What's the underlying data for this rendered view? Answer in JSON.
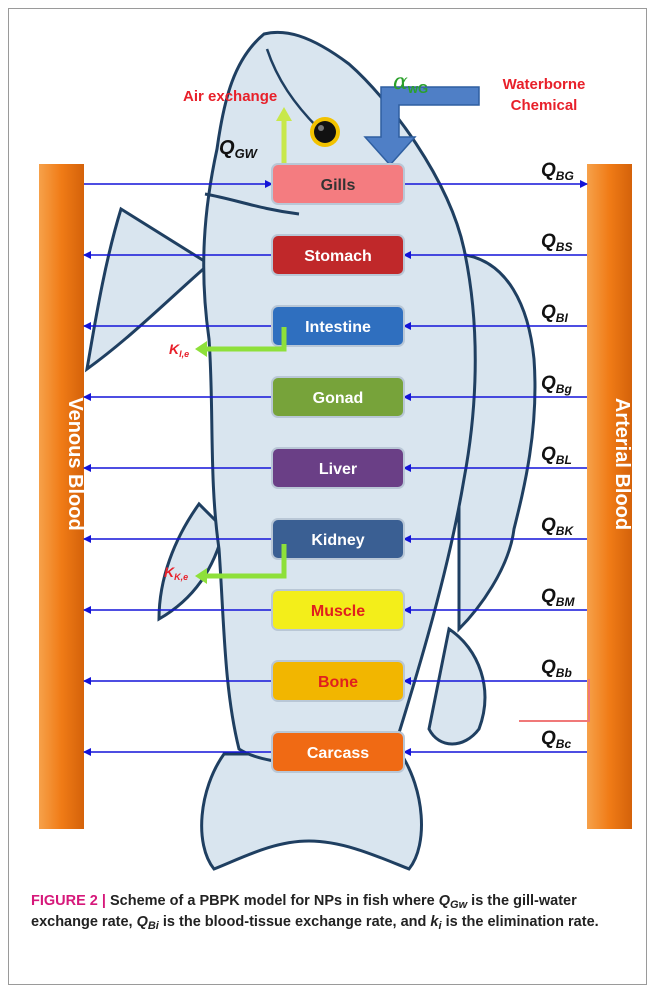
{
  "diagram": {
    "venous_label": "Venous Blood",
    "arterial_label": "Arterial Blood",
    "air_exchange_label": "Air exchange",
    "alpha_symbol": "α",
    "alpha_subscript": "wG",
    "waterborne_line1": "Waterborne",
    "waterborne_line2": "Chemical",
    "qgw_main": "Q",
    "qgw_sub": "GW",
    "organs": [
      {
        "label": "Gills",
        "color": "#f47c80",
        "text_color": "#333333",
        "flow_q": "Q",
        "flow_sub": "BG"
      },
      {
        "label": "Stomach",
        "color": "#c0282a",
        "text_color": "#ffffff",
        "flow_q": "Q",
        "flow_sub": "BS"
      },
      {
        "label": "Intestine",
        "color": "#2f6fbf",
        "text_color": "#ffffff",
        "flow_q": "Q",
        "flow_sub": "BI"
      },
      {
        "label": "Gonad",
        "color": "#77a33a",
        "text_color": "#ffffff",
        "flow_q": "Q",
        "flow_sub": "Bg"
      },
      {
        "label": "Liver",
        "color": "#6a3f86",
        "text_color": "#ffffff",
        "flow_q": "Q",
        "flow_sub": "BL"
      },
      {
        "label": "Kidney",
        "color": "#3a5f93",
        "text_color": "#ffffff",
        "flow_q": "Q",
        "flow_sub": "BK"
      },
      {
        "label": "Muscle",
        "color": "#f3ee1a",
        "text_color": "#e0201e",
        "flow_q": "Q",
        "flow_sub": "BM"
      },
      {
        "label": "Bone",
        "color": "#f2b600",
        "text_color": "#e0201e",
        "flow_q": "Q",
        "flow_sub": "Bb"
      },
      {
        "label": "Carcass",
        "color": "#f06a14",
        "text_color": "#ffffff",
        "flow_q": "Q",
        "flow_sub": "Bc"
      }
    ],
    "k_intestine_main": "K",
    "k_intestine_sub": "I,e",
    "k_kidney_main": "K",
    "k_kidney_sub": "K,e",
    "colors": {
      "fish_fill": "#d9e5ef",
      "fish_outline": "#1f3f61",
      "blood_bar": "#f07b16",
      "flow_arrow": "#1414d8",
      "waterborne_arrow": "#4f7fc6",
      "elimination_arrow": "#8ee03a",
      "red_text": "#e8202a",
      "green_alpha": "#2aa02a"
    }
  },
  "caption": {
    "lead": "FIGURE 2 | ",
    "t1": "Scheme of a PBPK model for NPs in fish where ",
    "qgw": "Q",
    "qgw_sub": "Gw",
    "t2": " is the gill-water exchange rate, ",
    "qbi": "Q",
    "qbi_sub": "Bi",
    "t3": " is the blood-tissue exchange rate, and ",
    "ki": "k",
    "ki_sub": "i",
    "t4": " is the elimination rate."
  }
}
